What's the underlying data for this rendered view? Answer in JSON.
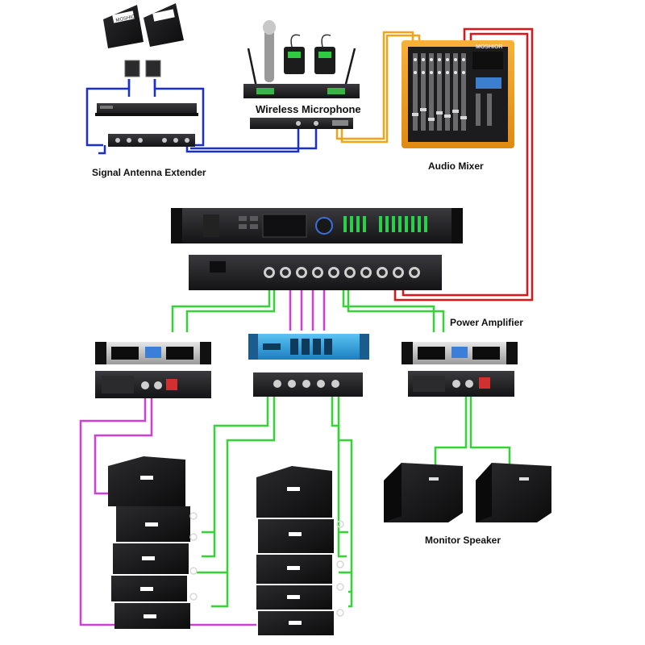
{
  "labels": {
    "wireless_microphone": "Wireless Microphone",
    "signal_antenna_extender": "Signal Antenna Extender",
    "audio_mixer": "Audio Mixer",
    "power_amplifier": "Power Amplifier",
    "monitor_speaker": "Monitor Speaker"
  },
  "brand": {
    "mixer_logo": "MOSHIOR",
    "antenna_logo": "MOSHIOR"
  },
  "colors": {
    "blue_cable": "#1a2fd0",
    "orange_cable": "#f2a418",
    "red_cable": "#e0151a",
    "magenta_cable": "#d23cd8",
    "green_cable": "#35d435",
    "device_dark": "#1d1d1f",
    "amp_blue": "#2a9fe0"
  }
}
